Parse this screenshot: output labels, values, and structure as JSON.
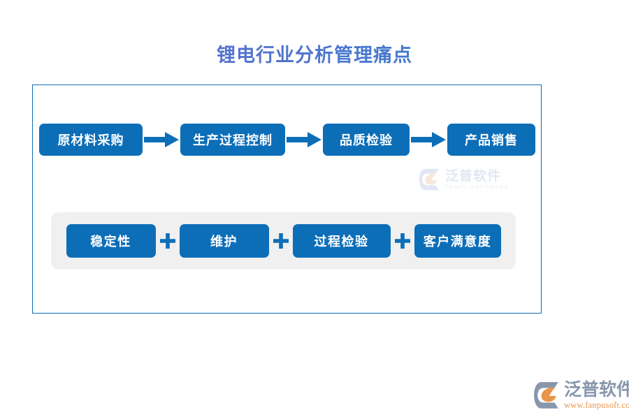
{
  "page": {
    "title": "锂电行业分析管理痛点",
    "title_color": "#4f6bd0",
    "background_color": "#ffffff"
  },
  "frame": {
    "border_color": "#0d6eb8"
  },
  "process_flow": {
    "box_color": "#0d6eb8",
    "arrow_color": "#0d6eb8",
    "steps": [
      {
        "label": "原材料采购"
      },
      {
        "label": "生产过程控制"
      },
      {
        "label": "品质检验"
      },
      {
        "label": "产品销售"
      }
    ],
    "arrow_icon": "arrow-right-icon"
  },
  "factors": {
    "panel_color": "#f0f0f0",
    "box_color": "#0d6eb8",
    "plus_color": "#0d6eb8",
    "plus_icon": "plus-icon",
    "items": [
      {
        "label": "稳定性"
      },
      {
        "label": "维护"
      },
      {
        "label": "过程检验"
      },
      {
        "label": "客户满意度"
      }
    ]
  },
  "watermark": {
    "name_cn": "泛普软件",
    "name_en": "FANPU SOFTWARE",
    "color": "#9fb2d6"
  },
  "brand_logo": {
    "name_cn": "泛普软件",
    "url": "www.fanpusoft.com",
    "name_color": "#8896ac",
    "url_color": "#e8954a",
    "mark_primary_color": "#8896ac",
    "mark_accent_color": "#e8954a"
  }
}
